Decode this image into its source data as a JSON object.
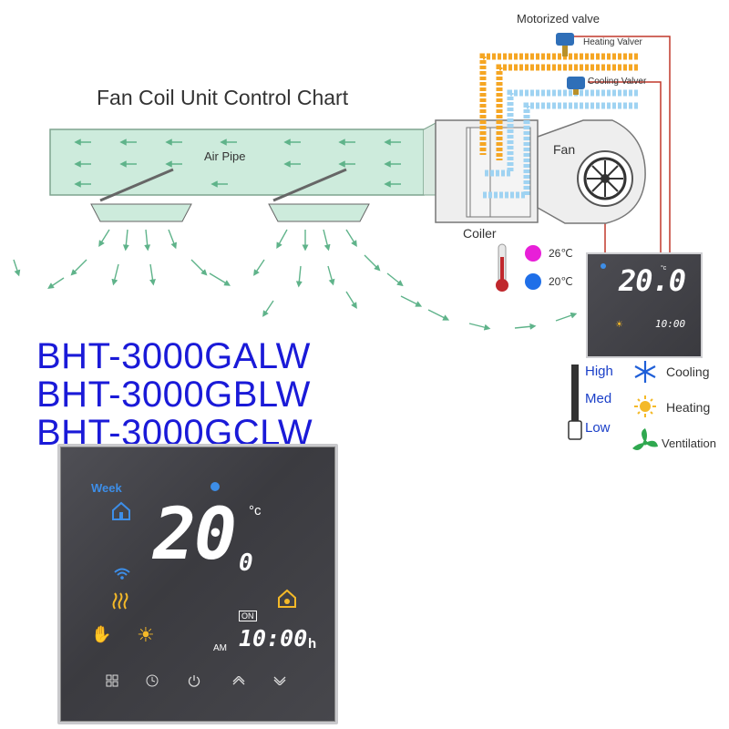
{
  "title": "Fan Coil Unit Control Chart",
  "labels": {
    "motorized_valve": "Motorized valve",
    "heating_valve": "Heating Valver",
    "cooling_valve": "Cooling Valver",
    "air_pipe": "Air Pipe",
    "fan": "Fan",
    "coiler": "Coiler"
  },
  "temps": {
    "hot": "26℃",
    "cold": "20℃"
  },
  "models": [
    "BHT-3000GALW",
    "BHT-3000GBLW",
    "BHT-3000GCLW"
  ],
  "speeds": {
    "high": "High",
    "med": "Med",
    "low": "Low"
  },
  "modes": {
    "cooling": "Cooling",
    "heating": "Heating",
    "ventilation": "Ventilation"
  },
  "thermostat": {
    "week": "Week",
    "temp_main": "20",
    "temp_tenths": "0",
    "unit": "°c",
    "on_badge": "ON",
    "am": "AM",
    "time": "10:00",
    "h": "h"
  },
  "thermostat_small": {
    "temp": "20.0",
    "unit": "°c",
    "time": "10:00"
  },
  "colors": {
    "heating_pipe": "#f5a623",
    "cooling_pipe": "#9fd3f2",
    "air": "#cdebdc",
    "arrow": "#5fb38a",
    "title_blue": "#1a1ad8",
    "wire": "#c0392b",
    "hot_dot": "#e81fd8",
    "cold_dot": "#1f6fe8"
  }
}
